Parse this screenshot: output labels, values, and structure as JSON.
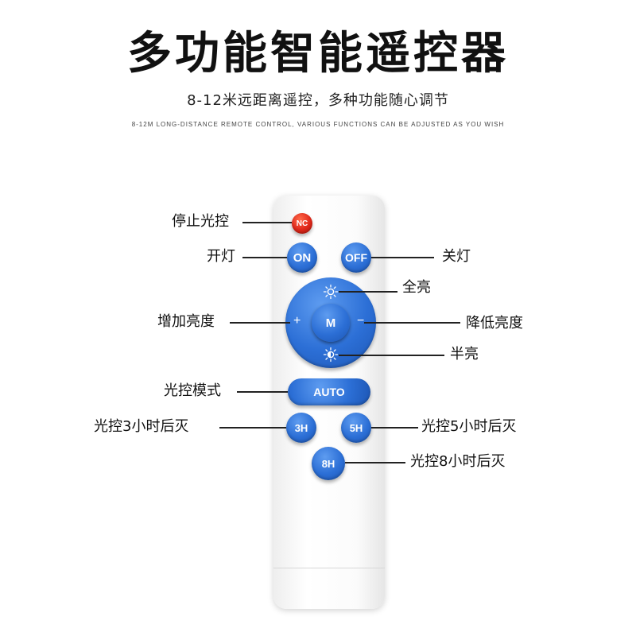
{
  "header": {
    "title": "多功能智能遥控器",
    "subtitle": "8-12米远距离遥控，多种功能随心调节",
    "english": "8-12M LONG-DISTANCE REMOTE CONTROL, VARIOUS FUNCTIONS CAN BE ADJUSTED AS YOU WISH"
  },
  "buttons": {
    "nc": "NC",
    "on": "ON",
    "off": "OFF",
    "m": "M",
    "plus": "+",
    "minus": "−",
    "auto": "AUTO",
    "h3": "3H",
    "h5": "5H",
    "h8": "8H"
  },
  "labels": {
    "stop_light_control": "停止光控",
    "turn_on": "开灯",
    "turn_off": "关灯",
    "full_bright": "全亮",
    "increase_brightness": "增加亮度",
    "decrease_brightness": "降低亮度",
    "half_bright": "半亮",
    "light_control_mode": "光控模式",
    "off_after_3h": "光控3小时后灭",
    "off_after_5h": "光控5小时后灭",
    "off_after_8h": "光控8小时后灭"
  },
  "icons": {
    "full_bright": "sun-icon",
    "half_bright": "half-sun-icon"
  },
  "colors": {
    "button_blue": "#2c6fd6",
    "button_red": "#e0281a"
  }
}
